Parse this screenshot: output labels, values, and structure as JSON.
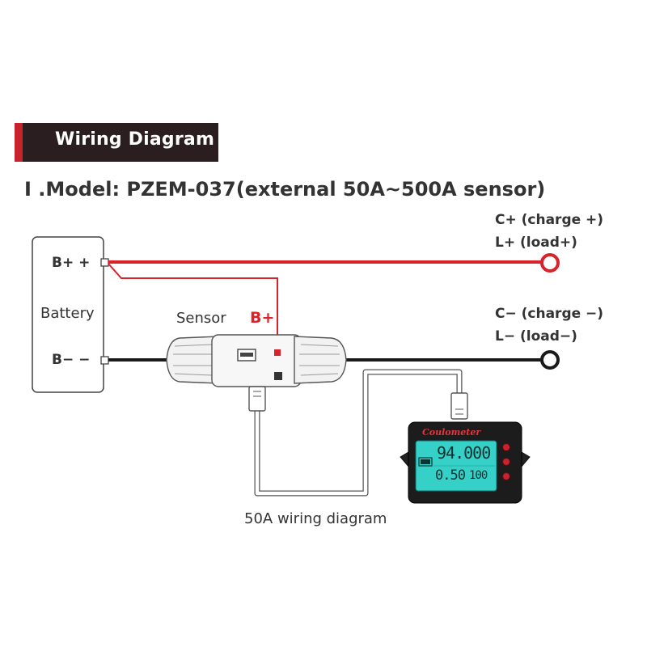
{
  "header": {
    "title": "Wiring Diagram"
  },
  "model_line": "Ⅰ .Model: PZEM-037(external 50A~500A sensor)",
  "battery": {
    "label": "Battery",
    "pos_label": "B+ +",
    "neg_label": "B− −"
  },
  "sensor": {
    "label": "Sensor",
    "bplus_label": "B+"
  },
  "outputs": {
    "positive": {
      "line1": "C+ (charge +)",
      "line2": "L+ (load+)"
    },
    "negative": {
      "line1": "C− (charge −)",
      "line2": "L− (load−)"
    }
  },
  "meter": {
    "brand": "Coulometer",
    "row1": "94.000",
    "row2": "0.50",
    "row2_percent": "100"
  },
  "caption": "50A wiring diagram",
  "colors": {
    "positive_wire": "#d8232a",
    "negative_wire": "#1a1a1a",
    "header_bg": "#2a1e20",
    "header_accent": "#c8232c",
    "lcd": "#35d0c8"
  }
}
